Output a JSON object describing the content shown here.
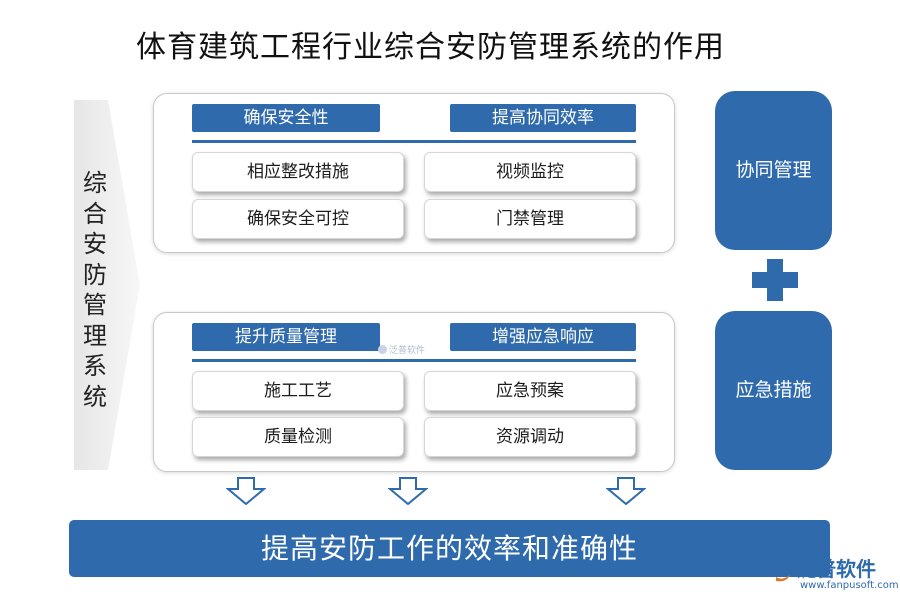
{
  "title": "体育建筑工程行业综合安防管理系统的作用",
  "left_label": [
    "综",
    "合",
    "安",
    "防",
    "管",
    "理",
    "系",
    "统"
  ],
  "panel_top": {
    "header_left": "确保安全性",
    "header_right": "提高协同效率",
    "cards": [
      "相应整改措施",
      "视频监控",
      "确保安全可控",
      "门禁管理"
    ]
  },
  "panel_bottom": {
    "header_left": "提升质量管理",
    "header_right": "增强应急响应",
    "cards": [
      "施工工艺",
      "应急预案",
      "质量检测",
      "资源调动"
    ],
    "watermark": "泛普软件"
  },
  "side": {
    "top": "协同管理",
    "bottom": "应急措施"
  },
  "bottom_bar": "提高安防工作的效率和准确性",
  "logo": {
    "name": "泛普软件",
    "url": "www.fanpusoft.com"
  },
  "colors": {
    "accent": "#2e6aac",
    "arrow_fill": "#efefef"
  }
}
